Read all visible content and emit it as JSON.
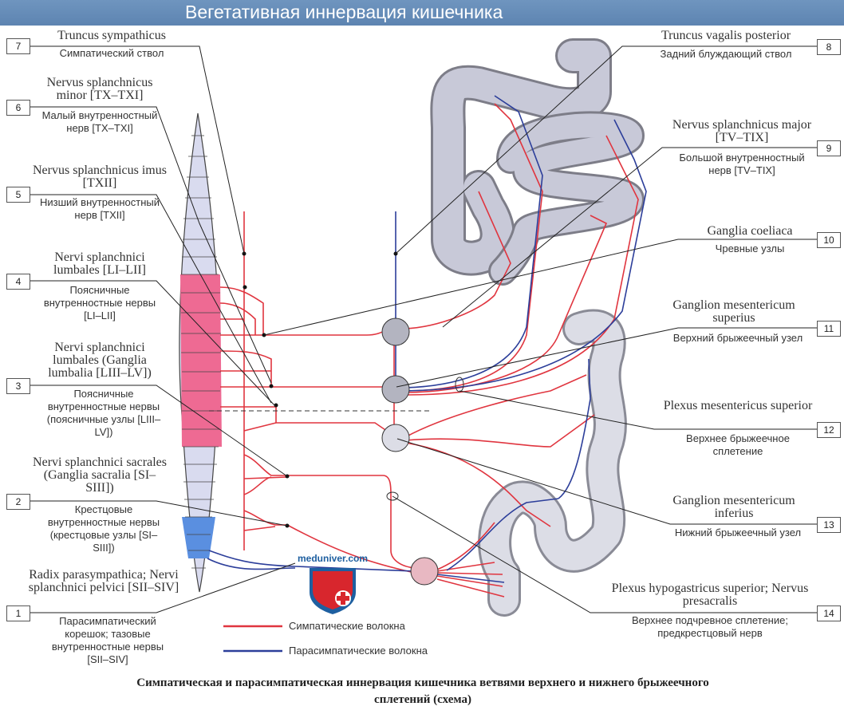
{
  "header": {
    "title": "Вегетативная иннервация кишечника"
  },
  "labels": [
    {
      "num": "7",
      "latin": "Truncus sympathicus",
      "russian": "Симпатический ствол"
    },
    {
      "num": "6",
      "latin": "Nervus splanchnicus minor [TX–TXI]",
      "russian": "Малый внутренностный нерв [TX–TXI]"
    },
    {
      "num": "5",
      "latin": "Nervus splanchnicus imus [TXII]",
      "russian": "Низший внутренностный нерв [TXII]"
    },
    {
      "num": "4",
      "latin": "Nervi splanchnici lumbales [LI–LII]",
      "russian": "Поясничные внутренностные нервы [LI–LII]"
    },
    {
      "num": "3",
      "latin": "Nervi splanchnici lumbales (Ganglia lumbalia [LIII–LV])",
      "russian": "Поясничные внутренностные нервы (поясничные узлы [LIII–LV])"
    },
    {
      "num": "2",
      "latin": "Nervi splanchnici sacrales (Ganglia sacralia [SI–SIII])",
      "russian": "Крестцовые внутренностные нервы (крестцовые узлы [SI–SIII])"
    },
    {
      "num": "1",
      "latin": "Radix parasympathica; Nervi splanchnici pelvici [SII–SIV]",
      "russian": "Парасимпатический корешок; тазовые внутренностные нервы [SII–SIV]"
    },
    {
      "num": "8",
      "latin": "Truncus vagalis posterior",
      "russian": "Задний блуждающий ствол"
    },
    {
      "num": "9",
      "latin": "Nervus splanchnicus major [TV–TIX]",
      "russian": "Большой внутренностный нерв [TV–TIX]"
    },
    {
      "num": "10",
      "latin": "Ganglia coeliaca",
      "russian": "Чревные узлы"
    },
    {
      "num": "11",
      "latin": "Ganglion mesentericum superius",
      "russian": "Верхний брыжеечный узел"
    },
    {
      "num": "12",
      "latin": "Plexus mesentericus superior",
      "russian": "Верхнее брыжеечное сплетение"
    },
    {
      "num": "13",
      "latin": "Ganglion mesentericum inferius",
      "russian": "Нижний брыжеечный узел"
    },
    {
      "num": "14",
      "latin": "Plexus hypogastricus superior; Nervus presacralis",
      "russian": "Верхнее подчревное сплетение; предкрестцовый нерв"
    }
  ],
  "legend": {
    "sympathetic": "Симпатические волокна",
    "parasympathetic": "Парасимпатические волокна",
    "sympathetic_color": "#e0353f",
    "parasympathetic_color": "#2c3e9a"
  },
  "watermark": "meduniver.com",
  "caption": {
    "line1": "Симпатическая и парасимпатическая иннервация кишечника ветвями верхнего и нижнего брыжеечного",
    "line2": "сплетений (схема)"
  }
}
